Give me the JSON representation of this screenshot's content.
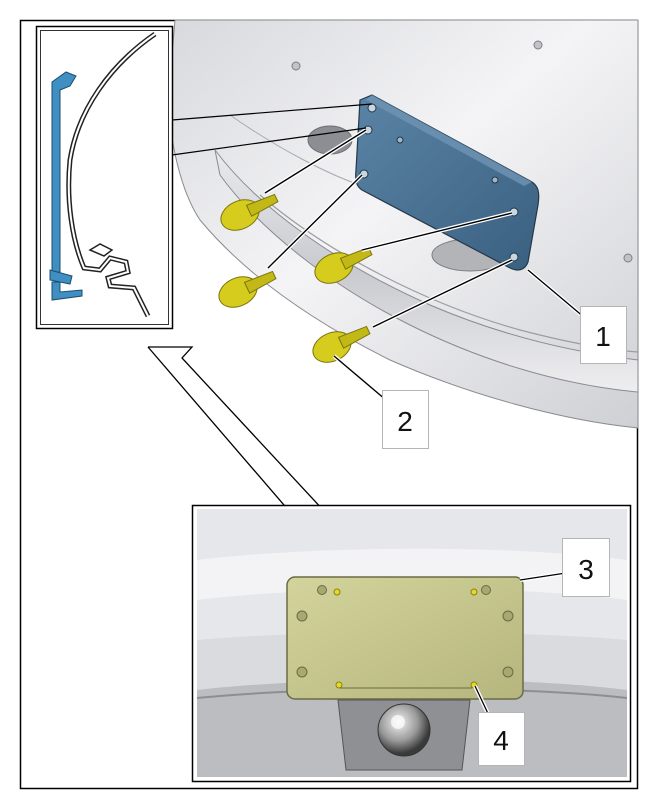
{
  "callouts": [
    {
      "id": "1",
      "label": "1"
    },
    {
      "id": "2",
      "label": "2"
    },
    {
      "id": "3",
      "label": "3"
    },
    {
      "id": "4",
      "label": "4"
    }
  ],
  "colors": {
    "bracket": "#4a7191",
    "bracket_dark": "#33546f",
    "clip": "#d6cc1e",
    "plate": "#c7c88f",
    "bumper_light": "#ececee",
    "bumper_mid": "#d3d4d8",
    "frame": "#000000",
    "section_blue": "#3f8fc2"
  }
}
